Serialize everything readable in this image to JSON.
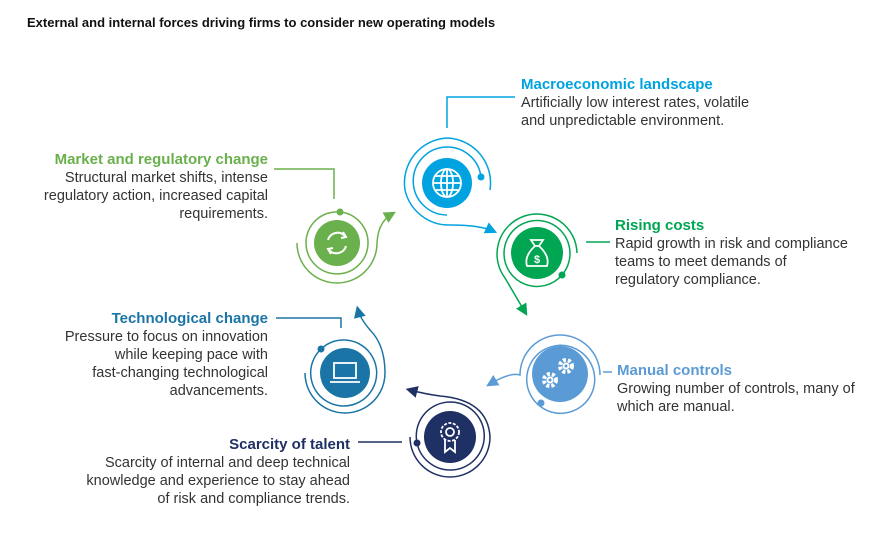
{
  "title": "External and internal forces driving firms to consider new operating models",
  "colors": {
    "macro": "#00a3e0",
    "rising": "#00a651",
    "manual": "#5b9bd5",
    "talent": "#1f3064",
    "tech": "#1a75a6",
    "market": "#6ab04c"
  },
  "forces": {
    "macro": {
      "title": "Macroeconomic landscape",
      "lines": [
        "Artificially low interest rates, volatile",
        "and unpredictable environment."
      ],
      "icon": "globe-icon"
    },
    "market": {
      "title": "Market and regulatory change",
      "lines": [
        "Structural market shifts, intense",
        "regulatory action, increased capital",
        "requirements."
      ],
      "icon": "refresh-icon"
    },
    "rising": {
      "title": "Rising costs",
      "lines": [
        "Rapid growth in risk and compliance",
        "teams to meet demands of",
        "regulatory compliance."
      ],
      "icon": "money-bag-icon"
    },
    "tech": {
      "title": "Technological change",
      "lines": [
        "Pressure to focus on innovation",
        "while keeping pace with",
        "fast-changing technological",
        "advancements."
      ],
      "icon": "laptop-icon"
    },
    "manual": {
      "title": "Manual controls",
      "lines": [
        "Growing number of controls, many of",
        "which are manual."
      ],
      "icon": "gears-icon"
    },
    "talent": {
      "title": "Scarcity of talent",
      "lines": [
        "Scarcity of internal and deep technical",
        "knowledge and experience to stay ahead",
        "of risk and compliance trends."
      ],
      "icon": "award-icon"
    }
  }
}
